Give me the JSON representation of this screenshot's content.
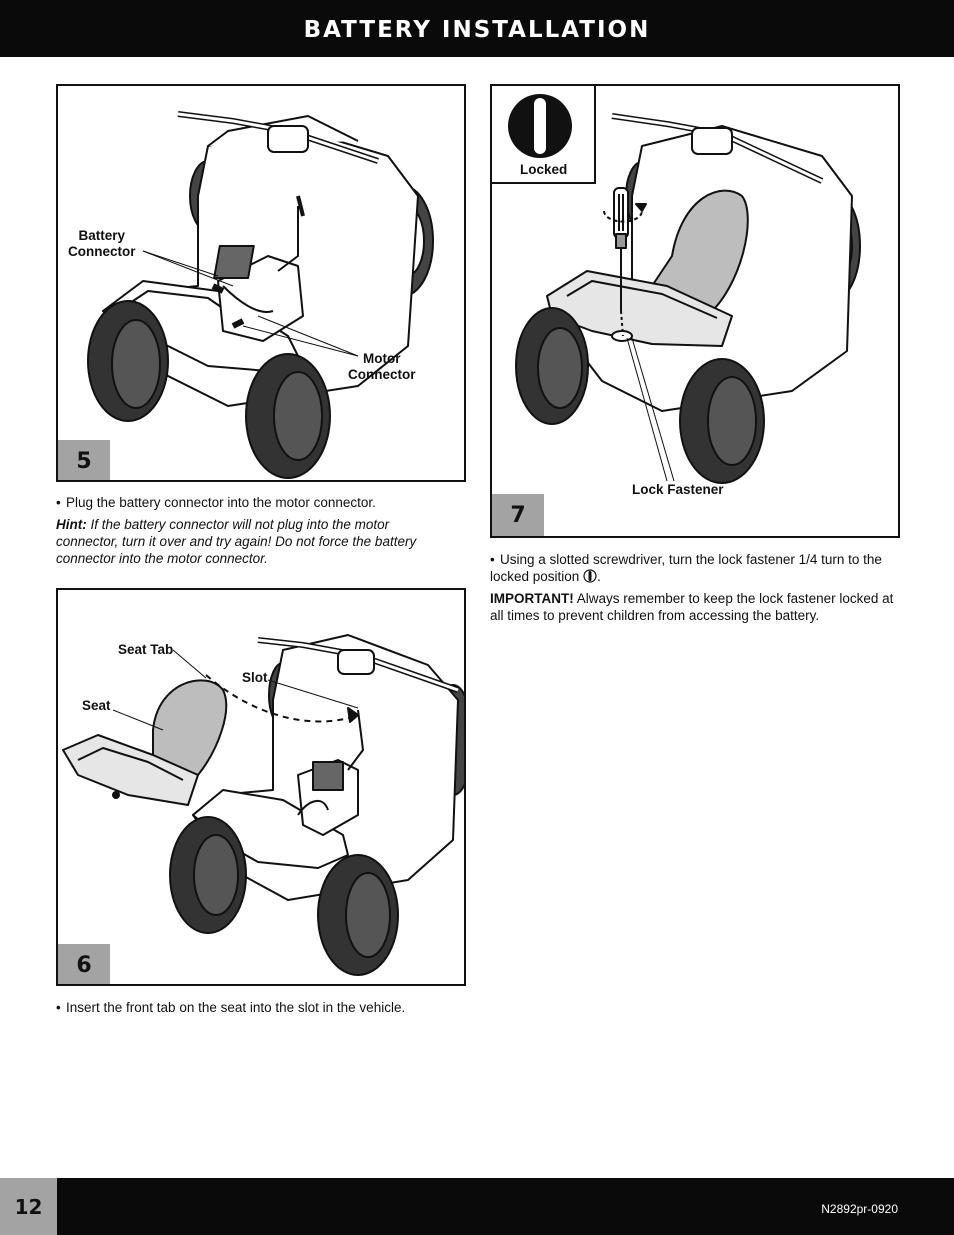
{
  "header": {
    "title": "BATTERY INSTALLATION"
  },
  "step5": {
    "badge": "5",
    "callouts": {
      "battery_connector": "Battery\nConnector",
      "motor_connector": "Motor\nConnector"
    },
    "instruction": "Plug the battery connector into the motor connector.",
    "hint_label": "Hint:",
    "hint_text": "If the battery connector will not plug into the motor connector, turn it over and try again! Do not force the battery connector into the motor connector."
  },
  "step6": {
    "badge": "6",
    "callouts": {
      "seat_tab": "Seat Tab",
      "slot": "Slot",
      "seat": "Seat"
    },
    "instruction": "Insert the front tab on the seat into the slot in the vehicle."
  },
  "step7": {
    "badge": "7",
    "callouts": {
      "locked": "Locked",
      "lock_fastener": "Lock Fastener"
    },
    "instruction_part1": "Using a slotted screwdriver, turn the lock fastener 1/4 turn to the locked position",
    "instruction_part2": ".",
    "important_label": "IMPORTANT!",
    "important_text": "Always remember to keep the lock fastener locked at all times to prevent children from accessing the battery."
  },
  "footer": {
    "page_number": "12",
    "doc_code": "N2892pr-0920"
  },
  "colors": {
    "bar": "#0a0a0a",
    "badge": "#a3a3a3",
    "seat_fill": "#bdbdbd"
  },
  "icons": [
    "atv-illustration",
    "lock-fastener-icon",
    "screwdriver-icon",
    "rotate-arrow-icon"
  ]
}
